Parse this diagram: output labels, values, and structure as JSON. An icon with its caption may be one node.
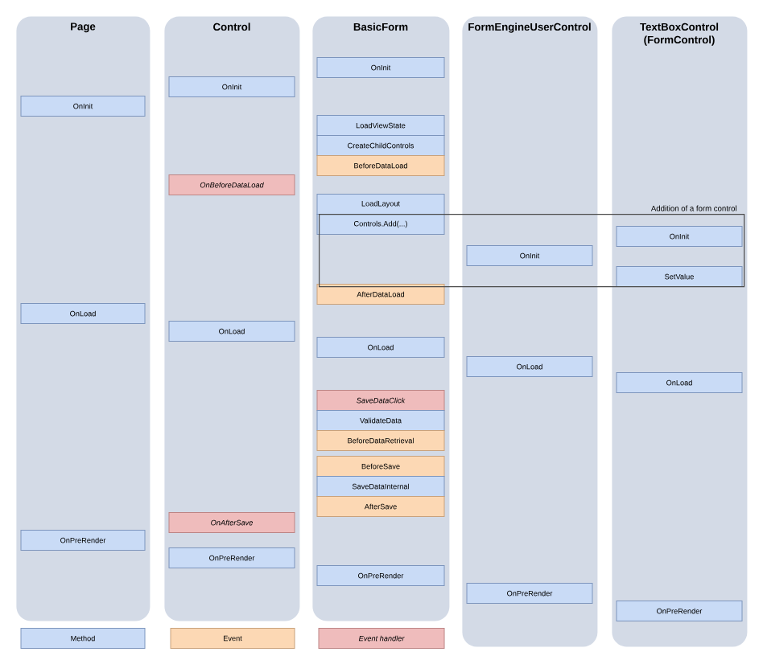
{
  "diagram": {
    "nodes": [
      {
        "text": [
          "Page"
        ]
      },
      {
        "text": [
          "OnInit"
        ],
        "in": 0
      },
      {
        "text": [
          "OnLoad"
        ],
        "in": 0
      },
      {
        "text": [
          "OnPreRender"
        ],
        "in": 0
      },
      {
        "text": [
          "Control"
        ]
      },
      {
        "text": [
          "OnInit"
        ],
        "in": 4
      },
      {
        "text": [
          "OnBeforeDataLoad"
        ],
        "in": 4
      },
      {
        "text": [
          "OnLoad"
        ],
        "in": 4
      },
      {
        "text": [
          "OnAfterSave"
        ],
        "in": 4
      },
      {
        "text": [
          "OnPreRender"
        ],
        "in": 4
      },
      {
        "text": [
          "BasicForm"
        ]
      },
      {
        "text": [
          "OnInit"
        ],
        "in": 10
      },
      {
        "text": [
          "LoadViewState"
        ],
        "in": 10
      },
      {
        "text": [
          "CreateChildControls"
        ],
        "in": 10
      },
      {
        "text": [
          "BeforeDataLoad"
        ],
        "in": 10
      },
      {
        "text": [
          "LoadLayout"
        ],
        "in": 10
      },
      {
        "text": [
          "Controls.Add(...)"
        ]
      },
      {
        "text": [
          "AfterDataLoad"
        ],
        "in": 10
      },
      {
        "text": [
          "OnLoad"
        ],
        "in": 10
      },
      {
        "text": [
          "SaveDataClick"
        ],
        "in": 10
      },
      {
        "text": [
          "ValidateData"
        ],
        "in": 10
      },
      {
        "text": [
          "BeforeDataRetrieval"
        ],
        "in": 10
      },
      {
        "text": [
          "BeforeSave"
        ],
        "in": 10
      },
      {
        "text": [
          "SaveDataInternal"
        ],
        "in": 10
      },
      {
        "text": [
          "AfterSave"
        ],
        "in": 10
      },
      {
        "text": [
          "OnPreRender"
        ],
        "in": 10
      },
      {
        "text": [
          "FormEngineUserControl"
        ]
      },
      {
        "text": [
          "OnInit"
        ]
      },
      {
        "text": [
          "OnLoad"
        ],
        "in": 26
      },
      {
        "text": [
          "OnPreRender"
        ],
        "in": 26
      },
      {
        "text": [
          "TextBoxControl (FormControl)"
        ]
      },
      {
        "text": [
          "OnInit"
        ]
      },
      {
        "text": [
          "SetValue"
        ]
      },
      {
        "text": [
          "OnLoad"
        ],
        "in": 30
      },
      {
        "text": [
          "OnPreRender"
        ],
        "in": 30
      },
      {
        "text": [],
        "shape": "box",
        "beside": [
          "Addition of a form control"
        ]
      }
    ],
    "legend": [
      {
        "text": "Method",
        "color": "#c9dbf6"
      },
      {
        "text": "Event",
        "color": "#fcd8b4"
      },
      {
        "text": "Event handler",
        "color": "#efbcbc"
      }
    ]
  }
}
